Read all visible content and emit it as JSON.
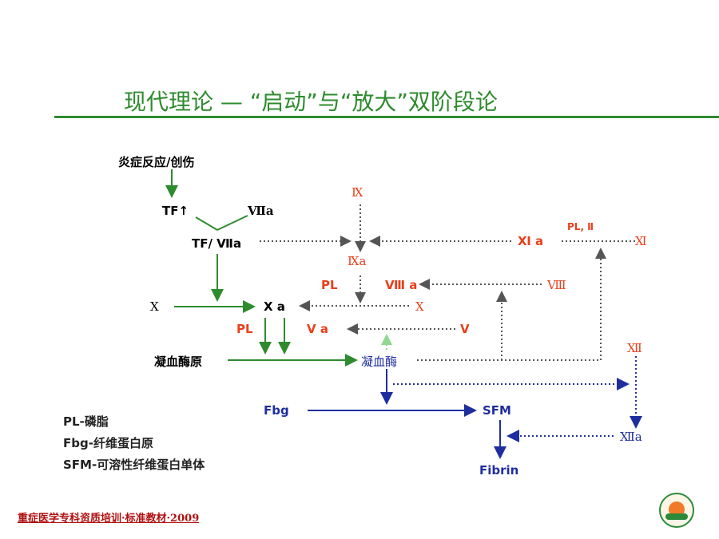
{
  "title": "现代理论 — “启动”与“放大”双阶段论",
  "nodes": {
    "inflammation": "炎症反应/创伤",
    "tf_up": "TF↑",
    "f7a": "Ⅶa",
    "tf_7a": "TF/ Ⅶa",
    "f9": "Ⅸ",
    "f9a": "Ⅸa",
    "f11a": "Ⅺ a",
    "pl_ii": "PL, Ⅱ",
    "f11": "Ⅺ",
    "pl_1": "PL",
    "f8a": "Ⅷ a",
    "f8": "Ⅷ",
    "x_left": "X",
    "xa": "X a",
    "x_right": "X",
    "pl_2": "PL",
    "f5a": "Ⅴ a",
    "f5": "V",
    "f12": "Ⅻ",
    "prothrombin": "凝血酶原",
    "thrombin": "凝血酶",
    "fbg": "Fbg",
    "sfm": "SFM",
    "f12a": "Ⅻa",
    "fibrin": "Fibrin"
  },
  "legend": [
    "PL-磷脂",
    "Fbg-纤维蛋白原",
    "SFM-可溶性纤维蛋白单体"
  ],
  "footer": "重症医学专科资质培训·标准教材·2009",
  "colors": {
    "green": "#2e8b2e",
    "red": "#e8401c",
    "blue": "#1f2e9e",
    "gray": "#555555"
  }
}
